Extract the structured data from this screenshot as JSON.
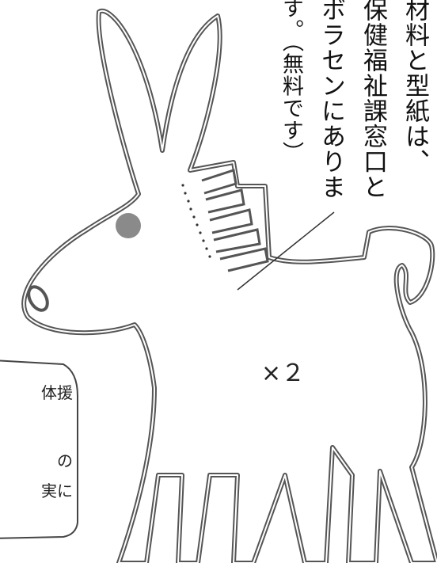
{
  "note": {
    "lines": [
      "材料と型紙は、",
      "保健福祉課窓口と",
      "ボラセンにありま",
      "す。（無料です）"
    ]
  },
  "multiplier": "×２",
  "bubble": {
    "lines": [
      "体援",
      "の",
      "実に"
    ]
  },
  "colors": {
    "outline": "#555555",
    "eye": "#888888",
    "background": "#ffffff"
  },
  "icons": [
    "donkey-cutout-icon"
  ]
}
